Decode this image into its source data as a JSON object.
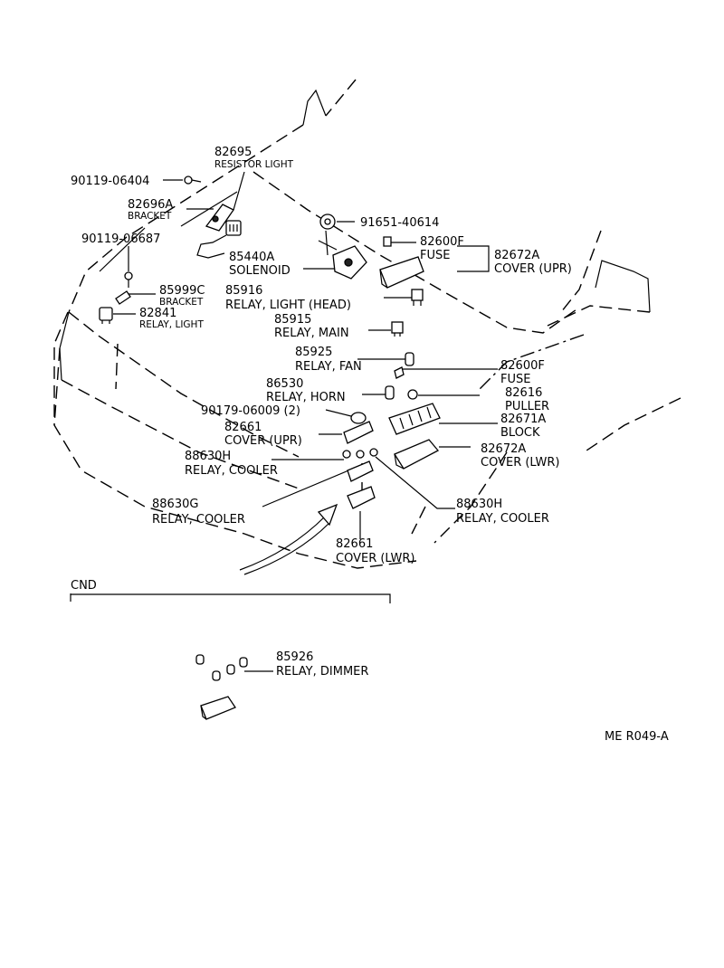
{
  "parts": [
    {
      "id": "p82695",
      "number": "82695",
      "name": "RESISTOR LIGHT"
    },
    {
      "id": "p90119a",
      "number": "90119-06404",
      "name": ""
    },
    {
      "id": "p82696a",
      "number": "82696A",
      "name": "BRACKET"
    },
    {
      "id": "p90119b",
      "number": "90119-06687",
      "name": ""
    },
    {
      "id": "p91651",
      "number": "91651-40614",
      "name": ""
    },
    {
      "id": "p82600f_a",
      "number": "82600F",
      "name": "FUSE"
    },
    {
      "id": "p82672a_upr",
      "number": "82672A",
      "name": "COVER (UPR)"
    },
    {
      "id": "p85440a",
      "number": "85440A",
      "name": "SOLENOID"
    },
    {
      "id": "p85999c",
      "number": "85999C",
      "name": "BRACKET"
    },
    {
      "id": "p85916",
      "number": "85916",
      "name": "RELAY, LIGHT (HEAD)"
    },
    {
      "id": "p82841",
      "number": "82841",
      "name": "RELAY, LIGHT"
    },
    {
      "id": "p85915",
      "number": "85915",
      "name": "RELAY, MAIN"
    },
    {
      "id": "p85925",
      "number": "85925",
      "name": "RELAY, FAN"
    },
    {
      "id": "p82600f_b",
      "number": "82600F",
      "name": "FUSE"
    },
    {
      "id": "p86530",
      "number": "86530",
      "name": "RELAY, HORN"
    },
    {
      "id": "p82616",
      "number": "82616",
      "name": "PULLER"
    },
    {
      "id": "p90179",
      "number": "90179-06009 (2)",
      "name": ""
    },
    {
      "id": "p82671a",
      "number": "82671A",
      "name": "BLOCK"
    },
    {
      "id": "p82661_upr",
      "number": "82661",
      "name": "COVER (UPR)"
    },
    {
      "id": "p82672a_lwr",
      "number": "82672A",
      "name": "COVER (LWR)"
    },
    {
      "id": "p88630h_a",
      "number": "88630H",
      "name": "RELAY, COOLER"
    },
    {
      "id": "p88630g",
      "number": "88630G",
      "name": "RELAY, COOLER"
    },
    {
      "id": "p88630h_b",
      "number": "88630H",
      "name": "RELAY, COOLER"
    },
    {
      "id": "p82661_lwr",
      "number": "82661",
      "name": "COVER (LWR)"
    },
    {
      "id": "p85926",
      "number": "85926",
      "name": "RELAY, DIMMER"
    }
  ],
  "variant_section": {
    "label": "CND"
  },
  "figure_code": "ME R049-A"
}
